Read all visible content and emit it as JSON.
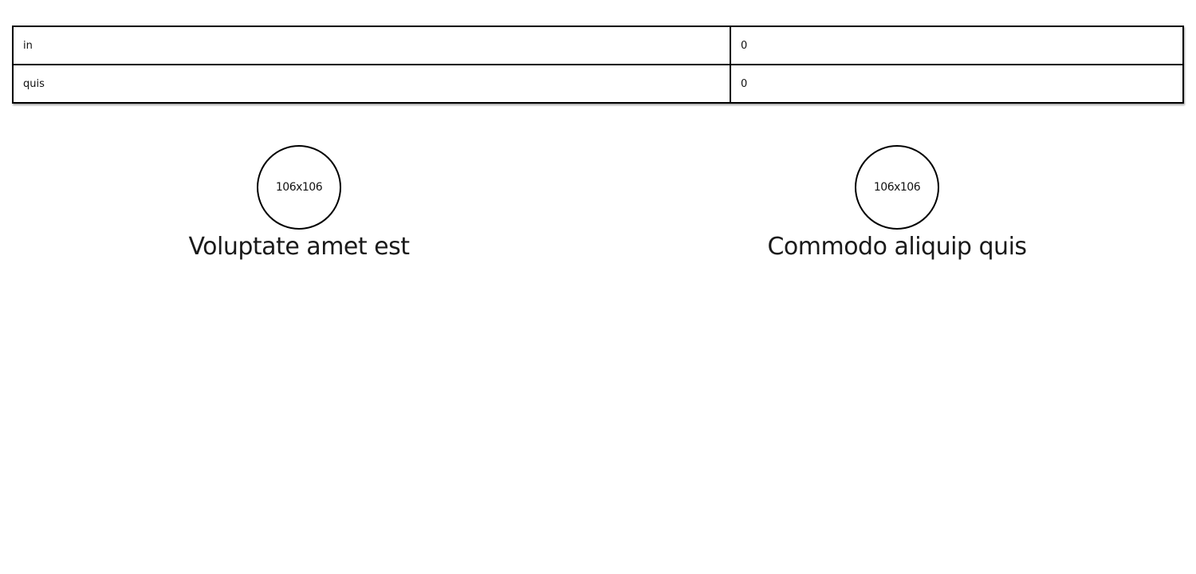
{
  "table": {
    "rows": [
      {
        "key": "in",
        "value": "0"
      },
      {
        "key": "quis",
        "value": "0"
      }
    ]
  },
  "cards": [
    {
      "image_placeholder": "106x106",
      "title": "Voluptate amet est"
    },
    {
      "image_placeholder": "106x106",
      "title": "Commodo aliquip quis"
    }
  ]
}
